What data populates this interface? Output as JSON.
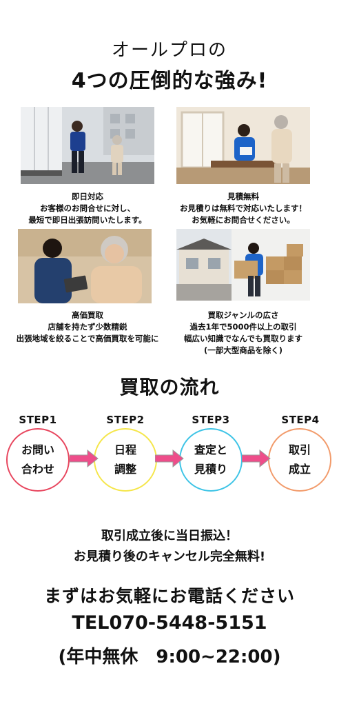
{
  "heading": {
    "line1": "オールプロの",
    "line2": "4つの圧倒的な強み!"
  },
  "strengths": [
    {
      "title": "即日対応",
      "lines": [
        "お客様のお問合せに対し、",
        "最短で即日出張訪問いたします。"
      ]
    },
    {
      "title": "見積無料",
      "lines": [
        "お見積りは無料で対応いたします！",
        "お気軽にお問合せください。"
      ]
    },
    {
      "title": "高価買取",
      "lines": [
        "店舗を持たず少数精鋭",
        "出張地域を絞ることで高価買取を可能に"
      ]
    },
    {
      "title": "買取ジャンルの広さ",
      "lines": [
        "過去1年で5000件以上の取引",
        "幅広い知識でなんでも買取ります",
        "(一部大型商品を除く)"
      ]
    }
  ],
  "flow": {
    "title": "買取の流れ",
    "steps": [
      {
        "label": "STEP1",
        "line1": "お問い",
        "line2": "合わせ",
        "color": "#e8475f"
      },
      {
        "label": "STEP2",
        "line1": "日程",
        "line2": "調整",
        "color": "#f5e64a"
      },
      {
        "label": "STEP3",
        "line1": "査定と",
        "line2": "見積り",
        "color": "#3ec4e6"
      },
      {
        "label": "STEP4",
        "line1": "取引",
        "line2": "成立",
        "color": "#f29b6b"
      }
    ],
    "arrow_color": "#ee4d8a"
  },
  "notice": {
    "line1": "取引成立後に当日振込！",
    "line2": "お見積り後のキャンセル完全無料!"
  },
  "contact": {
    "line1": "まずはお気軽にお電話ください",
    "phone": "TEL070-5448-5151",
    "hours": "(年中無休　9:00~22:00)"
  }
}
